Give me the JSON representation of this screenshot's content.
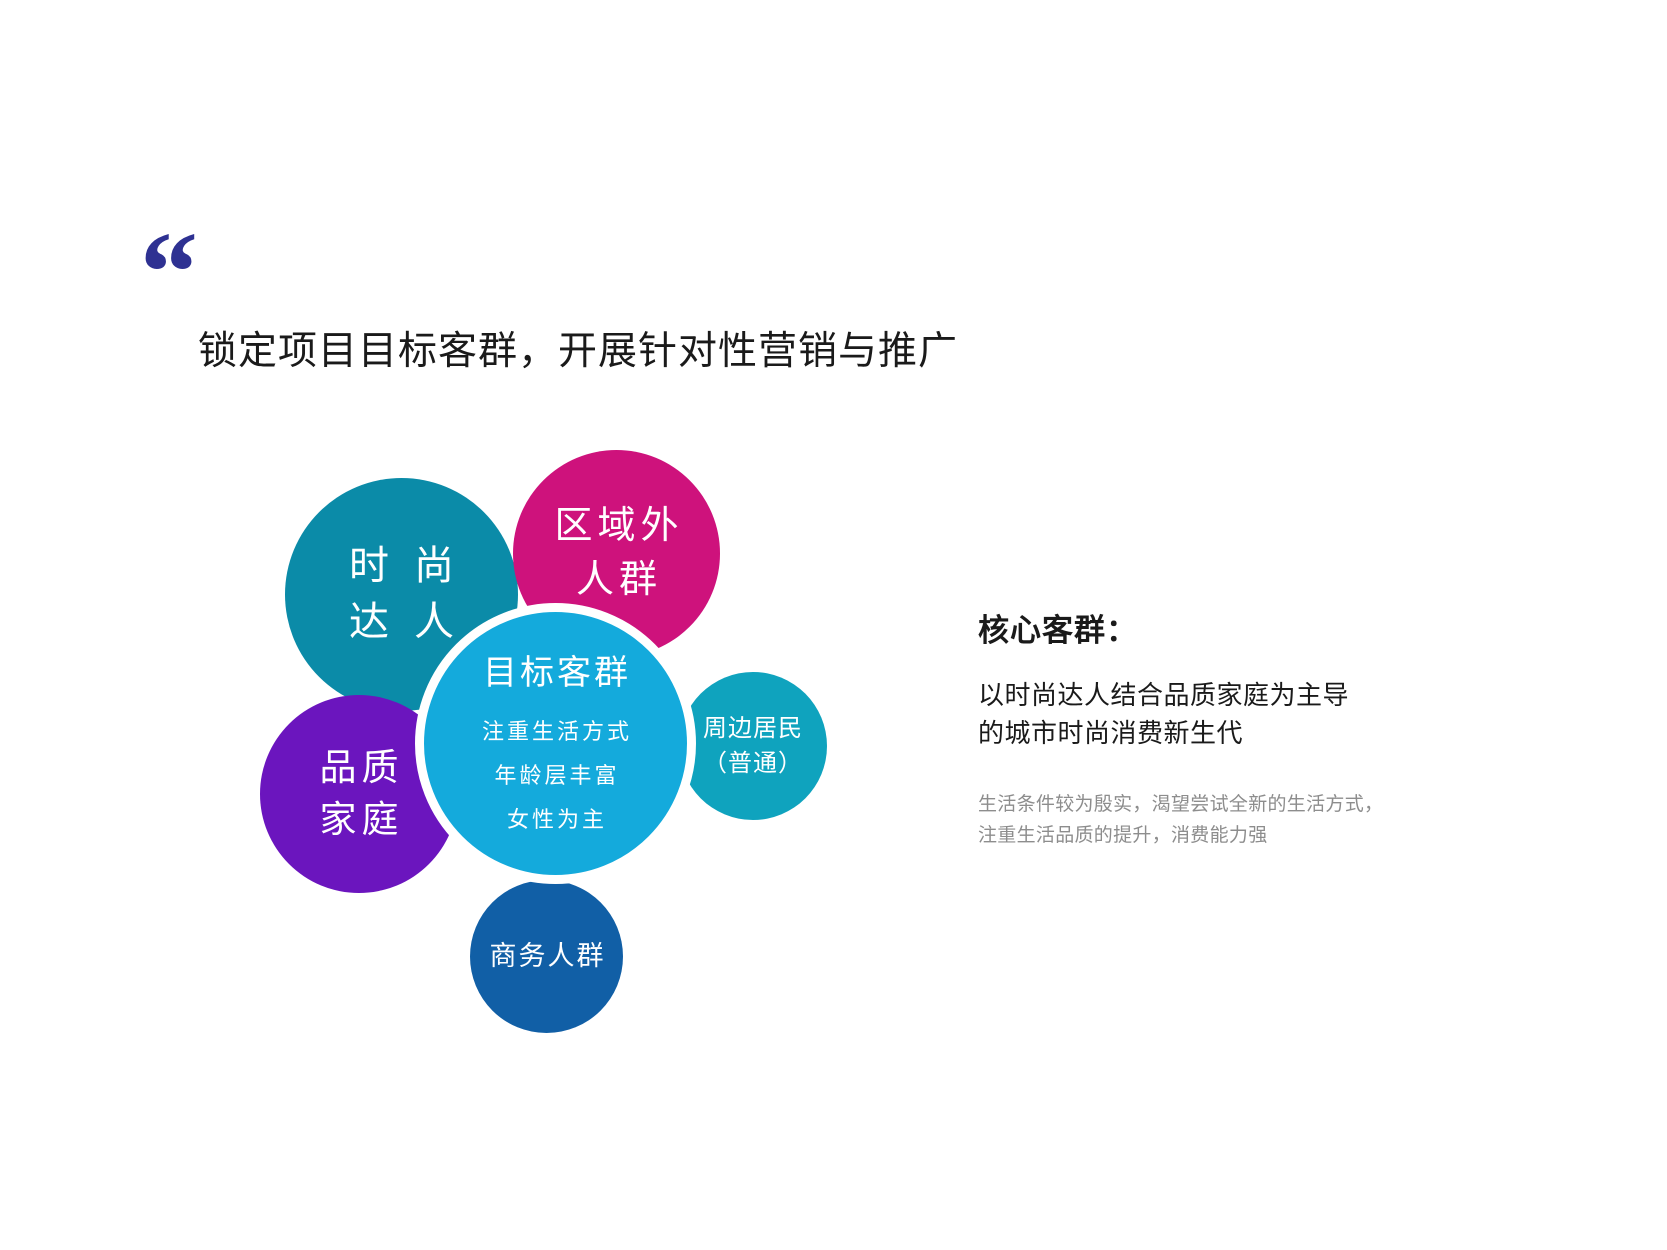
{
  "header": {
    "quote_icon": "left-double-quote-icon",
    "quote_glyph": "“",
    "title": "锁定项目目标客群，开展针对性营销与推广",
    "quote_color": "#2E3192",
    "title_color": "#1a1a1a"
  },
  "diagram": {
    "core": {
      "title": "目标客群",
      "attributes": [
        "注重生活方式",
        "年龄层丰富",
        "女性为主"
      ],
      "color": "#14AADC"
    },
    "satellites": [
      {
        "id": "fashion",
        "lines": [
          "时 尚",
          "达 人"
        ],
        "line1": "时 尚",
        "line2": "达 人",
        "color": "#0B8BA8"
      },
      {
        "id": "outer",
        "lines": [
          "区域外",
          "人群"
        ],
        "line1": "区域外",
        "line2": "人群",
        "color": "#CE127C"
      },
      {
        "id": "quality",
        "lines": [
          "品质",
          "家庭"
        ],
        "line1": "品质",
        "line2": "家庭",
        "color": "#6B15BE"
      },
      {
        "id": "residents",
        "lines": [
          "周边居民",
          "（普通）"
        ],
        "line1": "周边居民",
        "line2": "（普通）",
        "color": "#0FA3BE"
      },
      {
        "id": "business",
        "lines": [
          "商务人群"
        ],
        "line1": "商务人群",
        "color": "#115FA6"
      }
    ]
  },
  "core_panel": {
    "heading": "核心客群：",
    "body_line_1": "以时尚达人结合品质家庭为主导",
    "body_line_2": "的城市时尚消费新生代",
    "note_line_1": "生活条件较为殷实，渴望尝试全新的生活方式，",
    "note_line_2": "注重生活品质的提升，消费能力强",
    "note_color": "#8d8d8d"
  }
}
